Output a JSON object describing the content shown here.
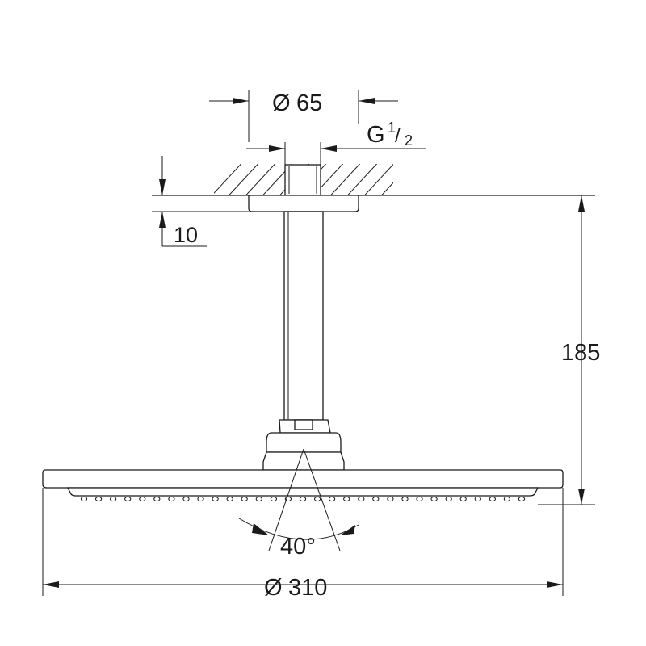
{
  "dimensions": {
    "pipe_diameter": {
      "symbol": "Ø",
      "value": "65"
    },
    "thread": {
      "prefix": "G",
      "numerator": "1",
      "denominator": "2"
    },
    "flange_gap": {
      "value": "10"
    },
    "height": {
      "value": "185"
    },
    "spray_angle": {
      "value": "40°"
    },
    "head_diameter": {
      "symbol": "Ø",
      "value": "310"
    }
  },
  "nozzle_count": 31
}
